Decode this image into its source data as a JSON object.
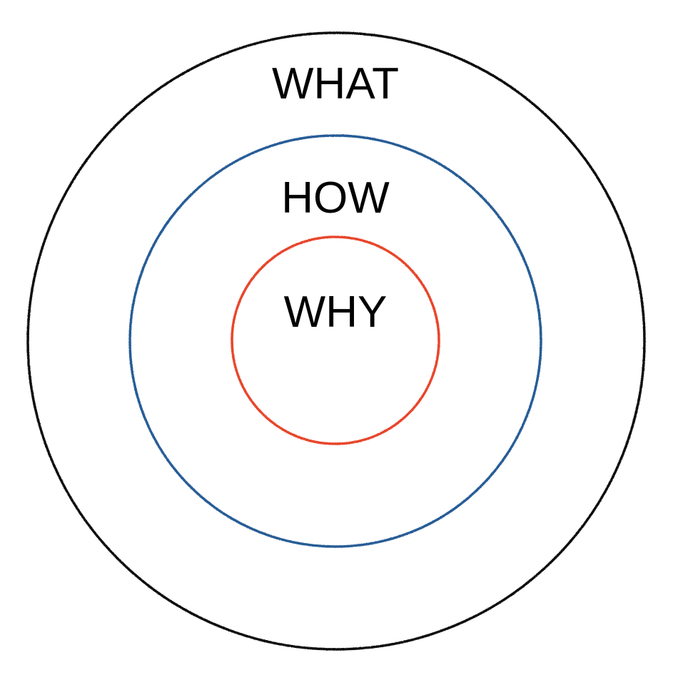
{
  "diagram": {
    "rings": [
      {
        "label": "WHAT",
        "color": "#111111"
      },
      {
        "label": "HOW",
        "color": "#275b96"
      },
      {
        "label": "WHY",
        "color": "#e8452c"
      }
    ]
  }
}
